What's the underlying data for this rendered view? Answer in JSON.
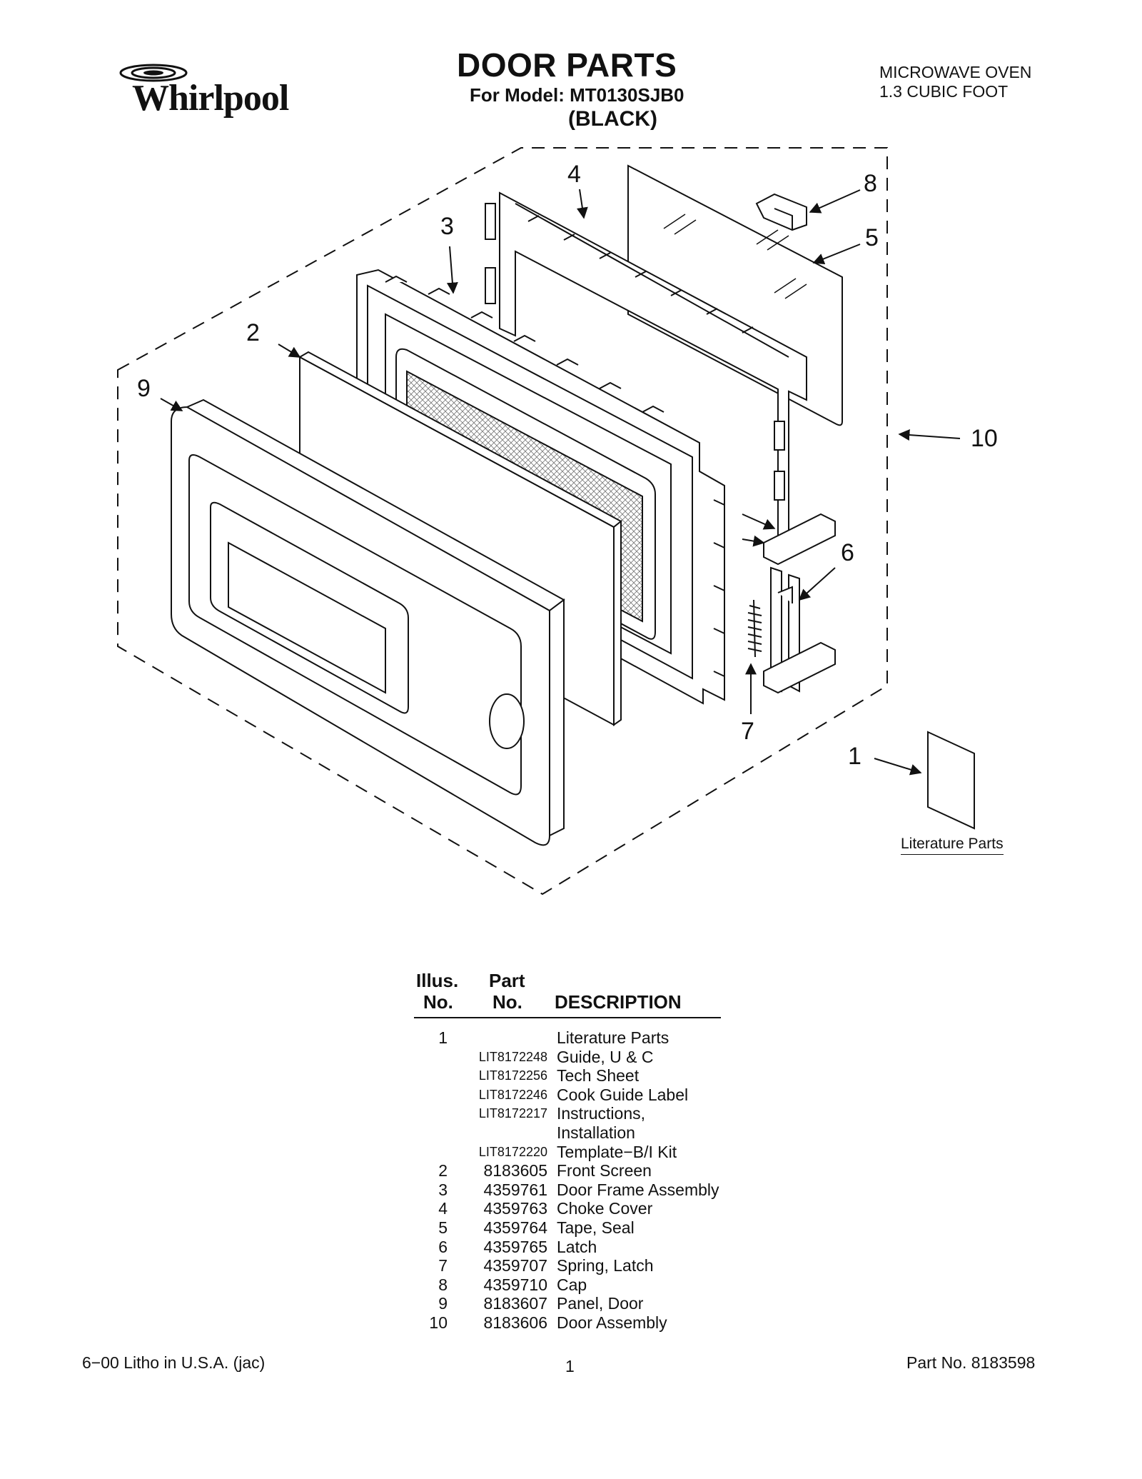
{
  "header": {
    "brand": "Whirlpool",
    "title": "DOOR PARTS",
    "model_line": "For Model: MT0130SJB0",
    "color_note": "(BLACK)",
    "product_type_line1": "MICROWAVE OVEN",
    "product_type_line2": "1.3 CUBIC FOOT"
  },
  "diagram": {
    "callouts": [
      "1",
      "2",
      "3",
      "4",
      "5",
      "6",
      "7",
      "8",
      "9",
      "10"
    ],
    "literature_label": "Literature Parts"
  },
  "parts_table": {
    "headers": {
      "illus_top": "Illus.",
      "illus_bottom": "No.",
      "part_top": "Part",
      "part_bottom": "No.",
      "description": "DESCRIPTION"
    },
    "rows": [
      {
        "illus": "1",
        "part": "",
        "desc": "Literature Parts"
      },
      {
        "illus": "",
        "part": "LIT8172248",
        "desc": "Guide, U & C"
      },
      {
        "illus": "",
        "part": "LIT8172256",
        "desc": "Tech Sheet"
      },
      {
        "illus": "",
        "part": "LIT8172246",
        "desc": "Cook Guide Label"
      },
      {
        "illus": "",
        "part": "LIT8172217",
        "desc": "Instructions,"
      },
      {
        "illus": "",
        "part": "",
        "desc": "Installation"
      },
      {
        "illus": "",
        "part": "LIT8172220",
        "desc": "Template−B/I Kit"
      },
      {
        "illus": "2",
        "part": "8183605",
        "desc": "Front Screen"
      },
      {
        "illus": "3",
        "part": "4359761",
        "desc": "Door Frame Assembly"
      },
      {
        "illus": "4",
        "part": "4359763",
        "desc": "Choke Cover"
      },
      {
        "illus": "5",
        "part": "4359764",
        "desc": "Tape, Seal"
      },
      {
        "illus": "6",
        "part": "4359765",
        "desc": "Latch"
      },
      {
        "illus": "7",
        "part": "4359707",
        "desc": "Spring, Latch"
      },
      {
        "illus": "8",
        "part": "4359710",
        "desc": "Cap"
      },
      {
        "illus": "9",
        "part": "8183607",
        "desc": "Panel, Door"
      },
      {
        "illus": "10",
        "part": "8183606",
        "desc": "Door Assembly"
      }
    ]
  },
  "footer": {
    "left": "6−00 Litho in U.S.A. (jac)",
    "page": "1",
    "right": "Part No. 8183598"
  }
}
